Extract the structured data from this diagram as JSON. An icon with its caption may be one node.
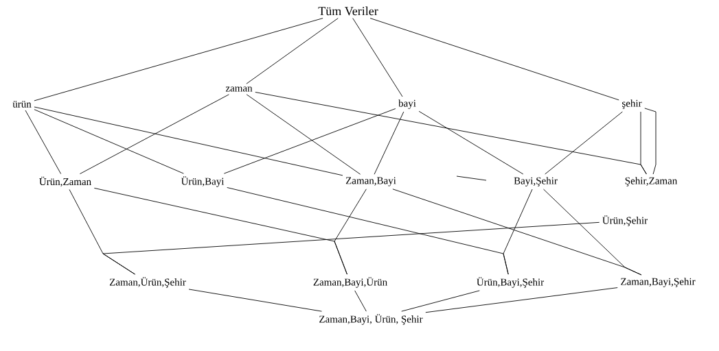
{
  "diagram": {
    "nodes": [
      {
        "text": [
          "Tüm Veriler"
        ]
      },
      {
        "text": [
          "ürün"
        ]
      },
      {
        "text": [
          "zaman"
        ]
      },
      {
        "text": [
          "bayi"
        ]
      },
      {
        "text": [
          "şehir"
        ]
      },
      {
        "text": [
          "Ürün,Zaman"
        ]
      },
      {
        "text": [
          "Ürün,Bayi"
        ]
      },
      {
        "text": [
          "Zaman,Bayi"
        ]
      },
      {
        "text": [
          "Bayi,Şehir"
        ]
      },
      {
        "text": [
          "Şehir,Zaman"
        ]
      },
      {
        "text": [
          "Ürün,Şehir"
        ]
      },
      {
        "text": [
          "Zaman,Ürün,Şehir"
        ]
      },
      {
        "text": [
          "Zaman,Bayi,Ürün"
        ]
      },
      {
        "text": [
          "Ürün,Bayi,Şehir"
        ]
      },
      {
        "text": [
          "Zaman,Bayi,Şehir"
        ]
      },
      {
        "text": [
          "Zaman,Bayi, Ürün, Şehir"
        ]
      }
    ],
    "edges": [
      {
        "from": 0,
        "to": 1,
        "arrow": "none"
      },
      {
        "from": 0,
        "to": 2,
        "arrow": "none"
      },
      {
        "from": 0,
        "to": 3,
        "arrow": "none"
      },
      {
        "from": 0,
        "to": 4,
        "arrow": "none"
      },
      {
        "from": 1,
        "to": 5,
        "arrow": "none"
      },
      {
        "from": 1,
        "to": 6,
        "arrow": "none"
      },
      {
        "from": 1,
        "to": 7,
        "arrow": "none"
      },
      {
        "from": 2,
        "to": 5,
        "arrow": "none"
      },
      {
        "from": 2,
        "to": 7,
        "arrow": "none"
      },
      {
        "from": 2,
        "to": 9,
        "arrow": "none"
      },
      {
        "from": 3,
        "to": 6,
        "arrow": "none"
      },
      {
        "from": 3,
        "to": 7,
        "arrow": "none"
      },
      {
        "from": 3,
        "to": 8,
        "arrow": "none"
      },
      {
        "from": 4,
        "to": 8,
        "arrow": "none"
      },
      {
        "from": 4,
        "to": 9,
        "arrow": "none"
      },
      {
        "from": 4,
        "to": 9,
        "arrow": "none"
      },
      {
        "from": 5,
        "to": 11,
        "arrow": "none"
      },
      {
        "from": 10,
        "to": 11,
        "arrow": "none"
      },
      {
        "from": 5,
        "to": 12,
        "arrow": "none"
      },
      {
        "from": 7,
        "to": 12,
        "arrow": "none"
      },
      {
        "from": 6,
        "to": 13,
        "arrow": "none"
      },
      {
        "from": 8,
        "to": 13,
        "arrow": "none"
      },
      {
        "from": 7,
        "to": 14,
        "arrow": "none"
      },
      {
        "from": 8,
        "to": 14,
        "arrow": "none"
      },
      {
        "from": 11,
        "to": 15,
        "arrow": "none"
      },
      {
        "from": 12,
        "to": 15,
        "arrow": "none"
      },
      {
        "from": 13,
        "to": 15,
        "arrow": "none"
      },
      {
        "from": 14,
        "to": 15,
        "arrow": "none"
      }
    ]
  }
}
